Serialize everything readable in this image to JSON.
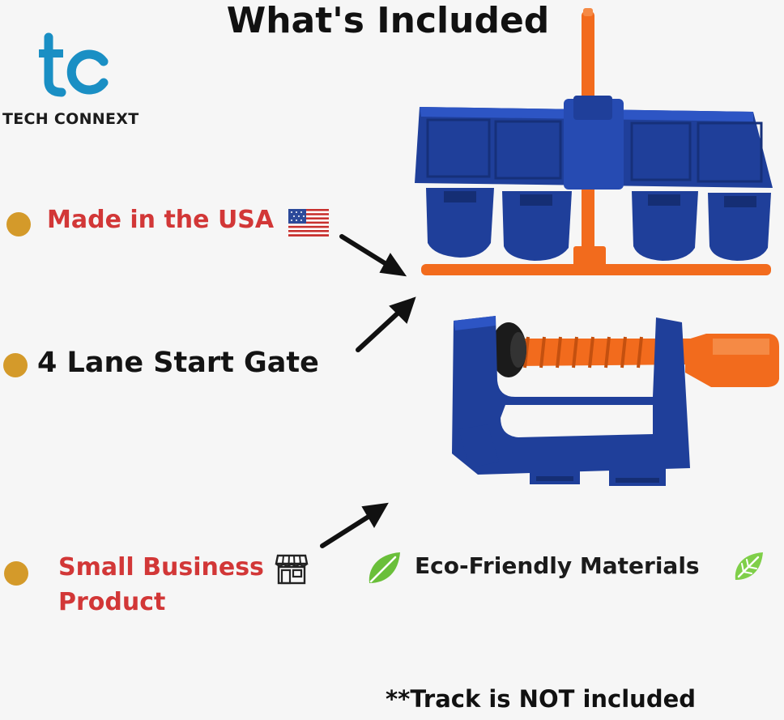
{
  "header": {
    "title": "What's Included"
  },
  "brand": {
    "name": "TECH CONNEXT",
    "logo_mark": "tc",
    "logo_color": "#1a8fc4"
  },
  "features": {
    "made_in_usa": {
      "label": "Made in the USA",
      "icon": "us-flag-icon",
      "color": "#d23737"
    },
    "start_gate": {
      "label": "4 Lane Start Gate",
      "color": "#141414"
    },
    "small_business": {
      "line1": "Small Business",
      "line2": "Product",
      "icon": "storefront-icon",
      "color": "#d23737"
    },
    "eco": {
      "label": "Eco-Friendly Materials",
      "icon": "leaf-icon",
      "color": "#6abf3a"
    }
  },
  "bullet_color": "#d49a2a",
  "product_colors": {
    "body": "#1f3f9a",
    "accent": "#f26b1d",
    "knob": "#1b1b1b"
  },
  "footer": {
    "note": "**Track is NOT included"
  }
}
